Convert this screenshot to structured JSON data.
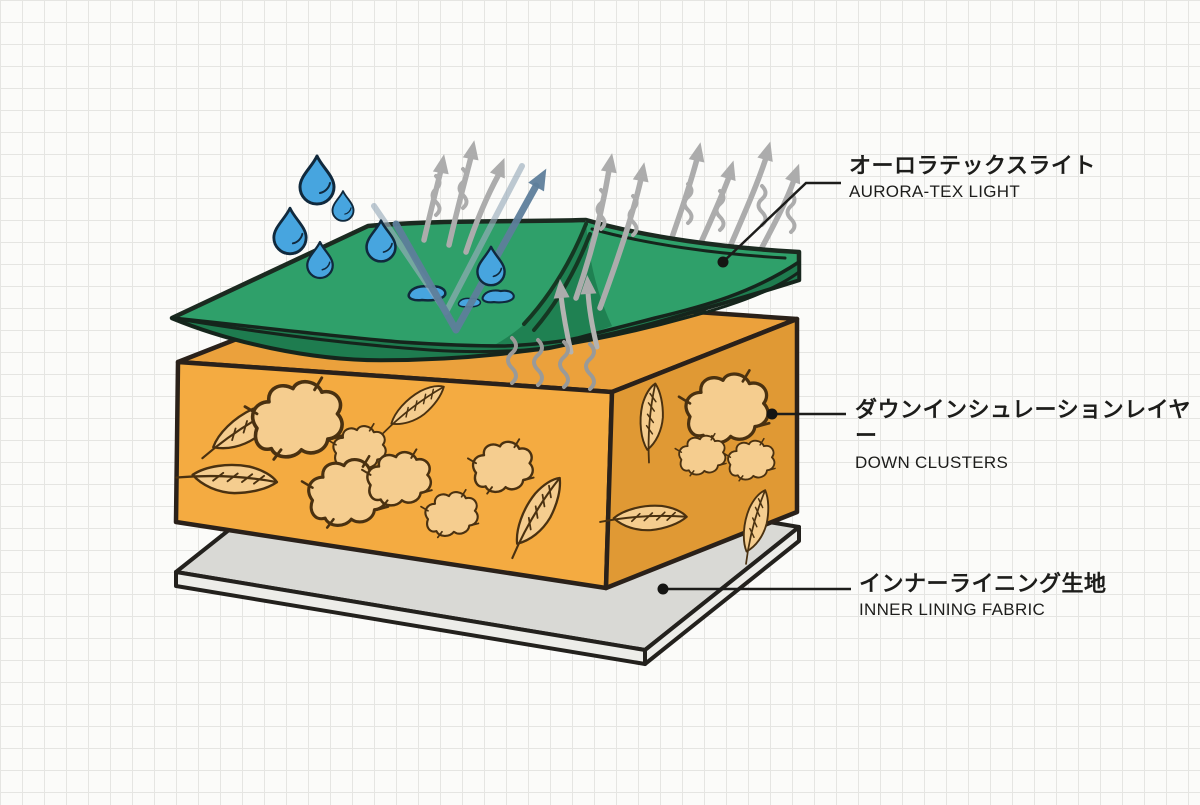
{
  "labels": [
    {
      "jp": "オーロラテックスライト",
      "en": "AURORA-TEX LIGHT"
    },
    {
      "jp": "ダウンインシュレーションレイヤー",
      "en": "DOWN CLUSTERS"
    },
    {
      "jp": "インナーライニング生地",
      "en": "INNER LINING FABRIC"
    }
  ],
  "colors": {
    "membrane_green": "#2FA06A",
    "membrane_green_dark": "#1E7C4F",
    "membrane_drape_green": "#1F8152",
    "insulation_orange_top": "#EBA13C",
    "insulation_orange_front": "#F4AB41",
    "insulation_orange_side": "#E09934",
    "cluster_tan": "#F5CD8F",
    "lining_gray_top": "#D9D9D5",
    "lining_gray_edge": "#EDEDE9",
    "water_blue": "#47A5DF",
    "bounce_arrow_blue": "#5E7E9B",
    "vapor_gray": "#ACACAC",
    "leader_black": "#1d1d1b"
  }
}
